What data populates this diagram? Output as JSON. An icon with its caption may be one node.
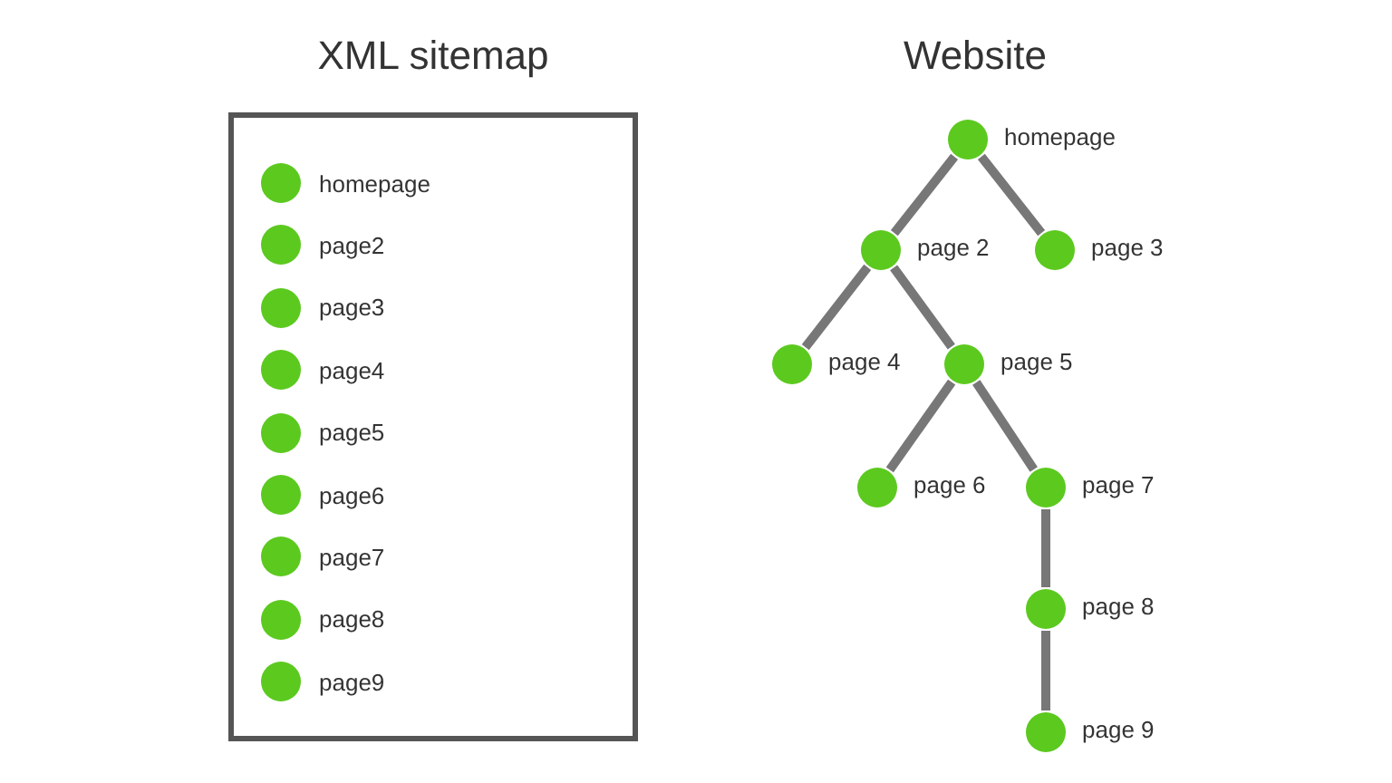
{
  "diagram": {
    "nodes": [
      {
        "text": [
          "XML sitemap"
        ]
      },
      {
        "text": [
          "homepage"
        ],
        "in": 0
      },
      {
        "text": [
          "page2"
        ],
        "in": 0
      },
      {
        "text": [
          "page3"
        ],
        "in": 0
      },
      {
        "text": [
          "page4"
        ],
        "in": 0
      },
      {
        "text": [
          "page5"
        ],
        "in": 0
      },
      {
        "text": [
          "page6"
        ],
        "in": 0
      },
      {
        "text": [
          "page7"
        ],
        "in": 0
      },
      {
        "text": [
          "page8"
        ],
        "in": 0
      },
      {
        "text": [
          "page9"
        ],
        "in": 0
      },
      {
        "text": [],
        "shape": "circle",
        "beside": [
          "homepage"
        ]
      },
      {
        "text": [],
        "shape": "circle",
        "beside": [
          "page 2"
        ]
      },
      {
        "text": [],
        "shape": "circle",
        "beside": [
          "page 3"
        ]
      },
      {
        "text": [],
        "shape": "circle",
        "beside": [
          "page 4"
        ]
      },
      {
        "text": [],
        "shape": "circle",
        "beside": [
          "page 5"
        ]
      },
      {
        "text": [],
        "shape": "circle",
        "beside": [
          "page 6"
        ]
      },
      {
        "text": [],
        "shape": "circle",
        "beside": [
          "page 7"
        ]
      },
      {
        "text": [],
        "shape": "circle",
        "beside": [
          "page 8"
        ]
      },
      {
        "text": [],
        "shape": "circle",
        "beside": [
          "page 9"
        ]
      }
    ],
    "edges": [
      {
        "from": 10,
        "to": 11,
        "arrow": "none"
      },
      {
        "from": 10,
        "to": 12,
        "arrow": "none"
      },
      {
        "from": 11,
        "to": 13,
        "arrow": "none"
      },
      {
        "from": 11,
        "to": 14,
        "arrow": "none"
      },
      {
        "from": 14,
        "to": 15,
        "arrow": "none"
      },
      {
        "from": 14,
        "to": 16,
        "arrow": "none"
      },
      {
        "from": 16,
        "to": 17,
        "arrow": "none"
      },
      {
        "from": 17,
        "to": 18,
        "arrow": "none"
      }
    ],
    "labels": [
      "Website"
    ]
  }
}
